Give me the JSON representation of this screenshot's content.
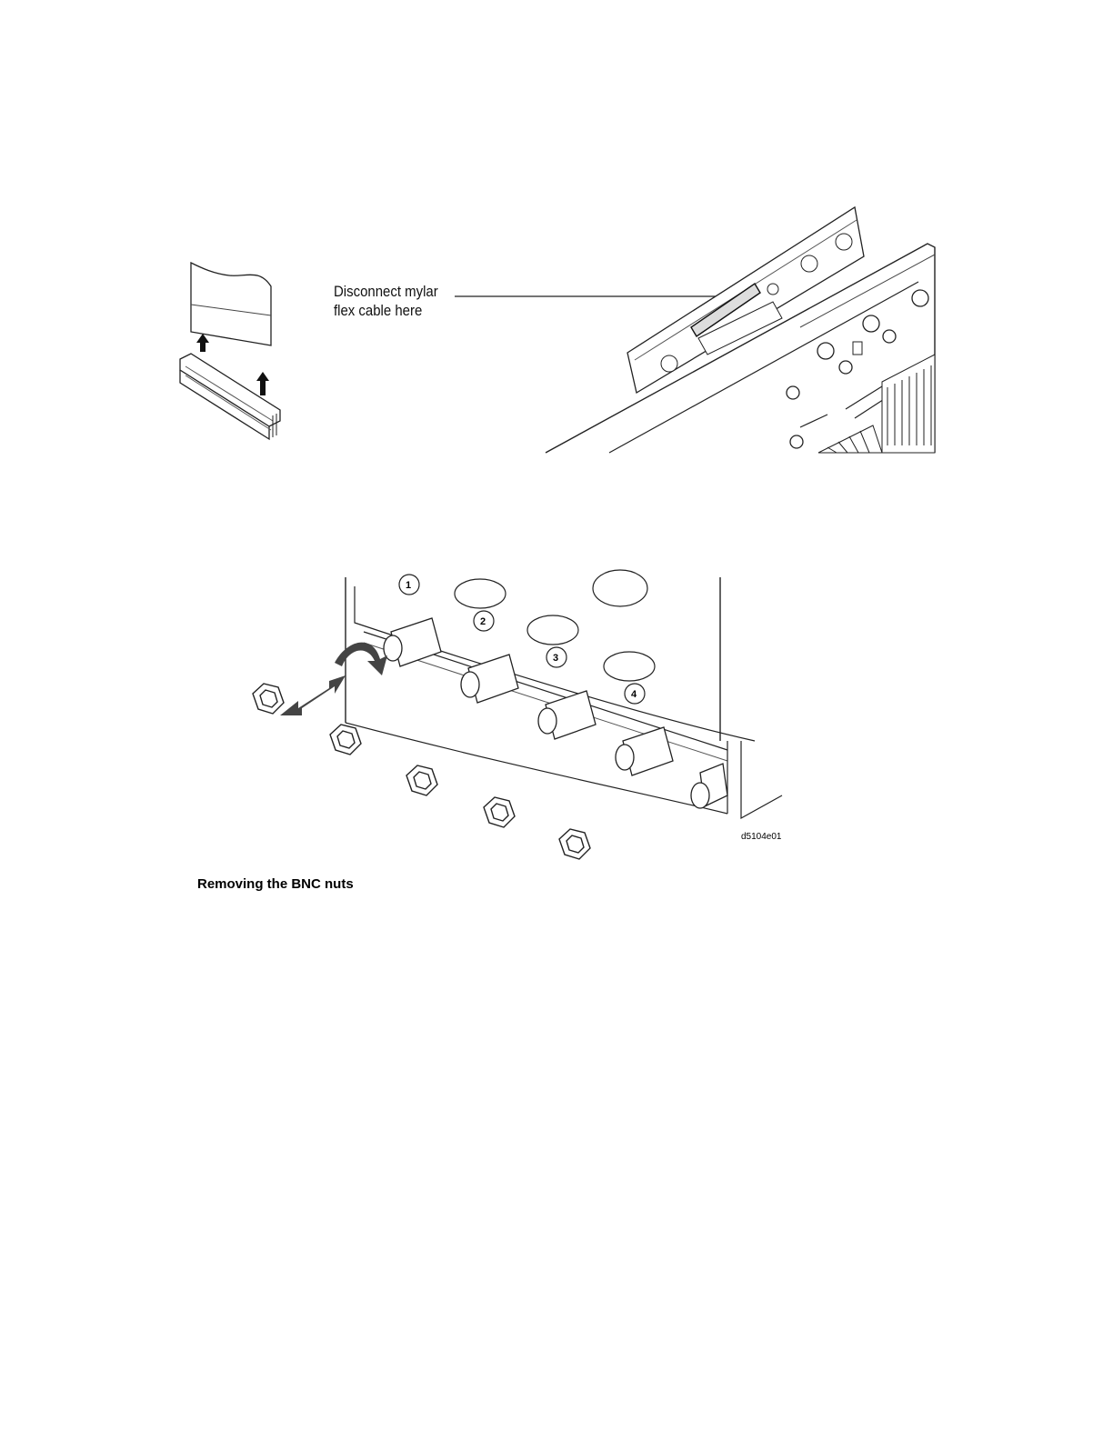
{
  "figure1": {
    "callout_line1": "Disconnect mylar",
    "callout_line2": "flex cable here"
  },
  "figure2": {
    "channel_labels": [
      "1",
      "2",
      "3",
      "4"
    ],
    "figure_code": "d5104e01",
    "caption": "Removing the BNC nuts"
  }
}
